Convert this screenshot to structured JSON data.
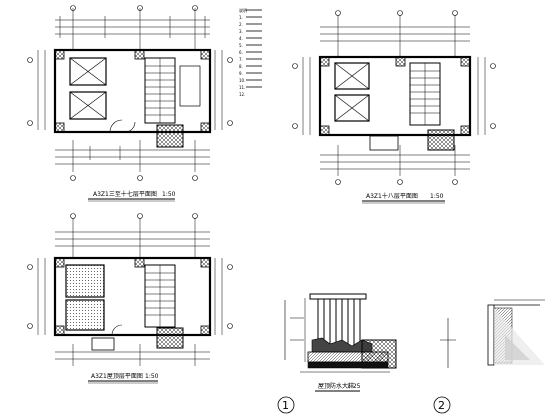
{
  "drawing": {
    "plans": [
      {
        "id": "plan-a",
        "title": "A3Z1三至十七层平面图",
        "scale": "1:50"
      },
      {
        "id": "plan-b",
        "title": "A3Z1十八层平面图",
        "scale": "1:50"
      },
      {
        "id": "plan-c",
        "title": "A3Z1屋顶层平面图",
        "scale": "1:50"
      }
    ],
    "detail": {
      "title": "屋顶防水大样",
      "scale": "1:25",
      "number": "1"
    },
    "detail2": {
      "number": "2"
    },
    "legend": {
      "lines": [
        "说明",
        "1.",
        "2.",
        "3.",
        "4.",
        "5.",
        "6.",
        "7.",
        "8.",
        "9.",
        "10.",
        "11.",
        "12."
      ]
    },
    "colors": {
      "line": "#000000",
      "background": "#ffffff",
      "hatch": "#333333"
    }
  }
}
